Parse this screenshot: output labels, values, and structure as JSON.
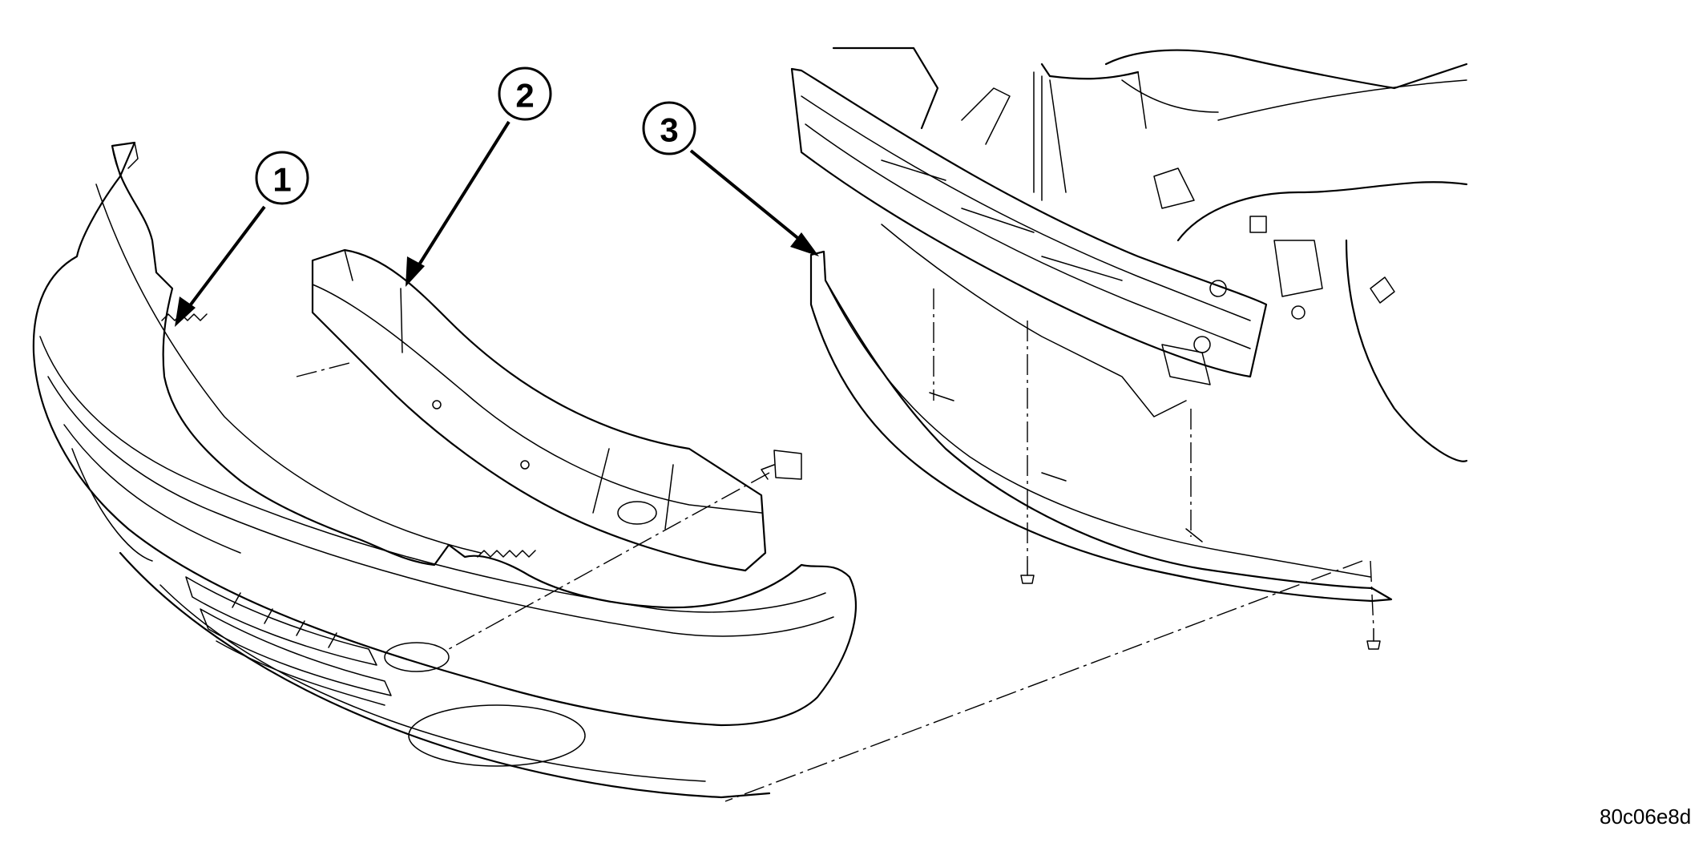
{
  "callouts": [
    {
      "label": "1"
    },
    {
      "label": "2"
    },
    {
      "label": "3"
    }
  ],
  "figure_id": "80c06e8d"
}
